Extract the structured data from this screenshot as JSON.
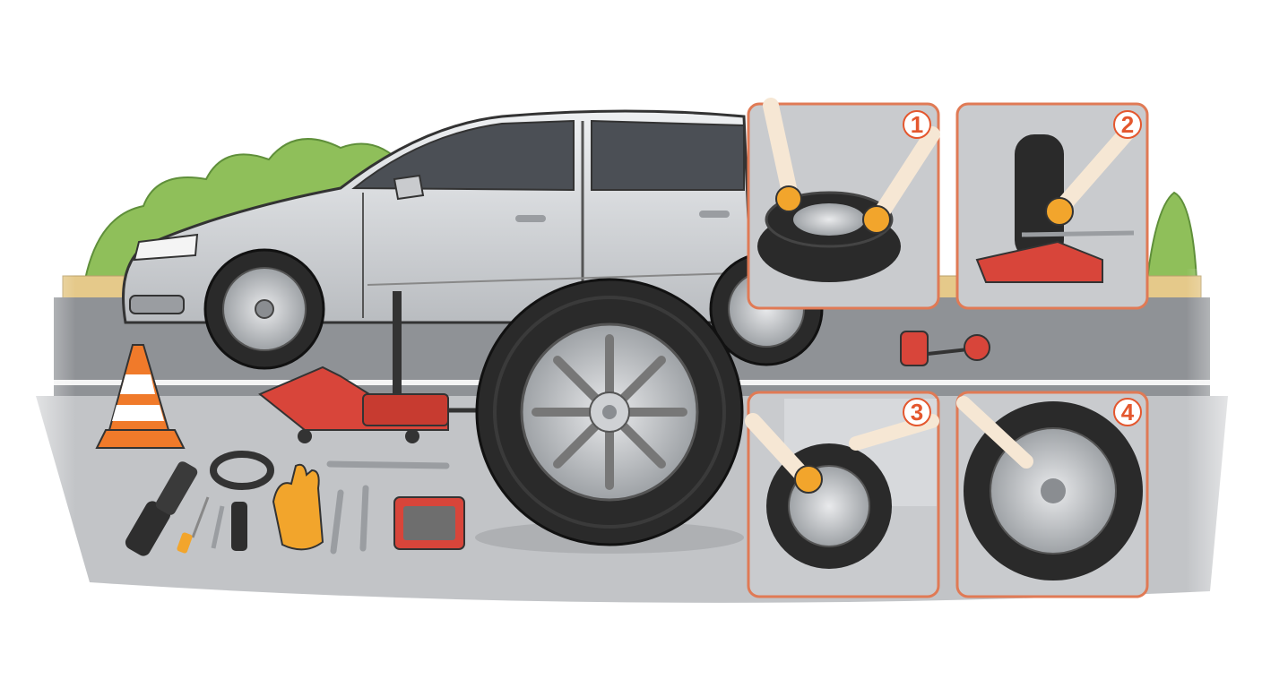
{
  "colors": {
    "background": "#ffffff",
    "road": "#8f9296",
    "shoulder": "#c2c4c7",
    "curb": "#e5c98a",
    "bushes": "#8fbf5a",
    "car_body": "#d4d6d9",
    "tire": "#2a2a2a",
    "rim": "#b7babe",
    "jack": "#d8453a",
    "cone": "#f07a2a",
    "glove": "#f2a52c",
    "panel_border": "#e07a55",
    "step_number": "#e4572e"
  },
  "steps": [
    {
      "number": "1",
      "scene": "loosen-lug-nuts"
    },
    {
      "number": "2",
      "scene": "jack-up-and-remove-tire"
    },
    {
      "number": "3",
      "scene": "mount-spare-tire"
    },
    {
      "number": "4",
      "scene": "tighten-and-lower"
    }
  ],
  "tools": [
    "flashlight",
    "screwdriver",
    "lug-wrench",
    "gloves",
    "combination-wrench",
    "socket-set",
    "torque-wrench",
    "floor-jack",
    "traffic-cone",
    "tire-gauge"
  ]
}
